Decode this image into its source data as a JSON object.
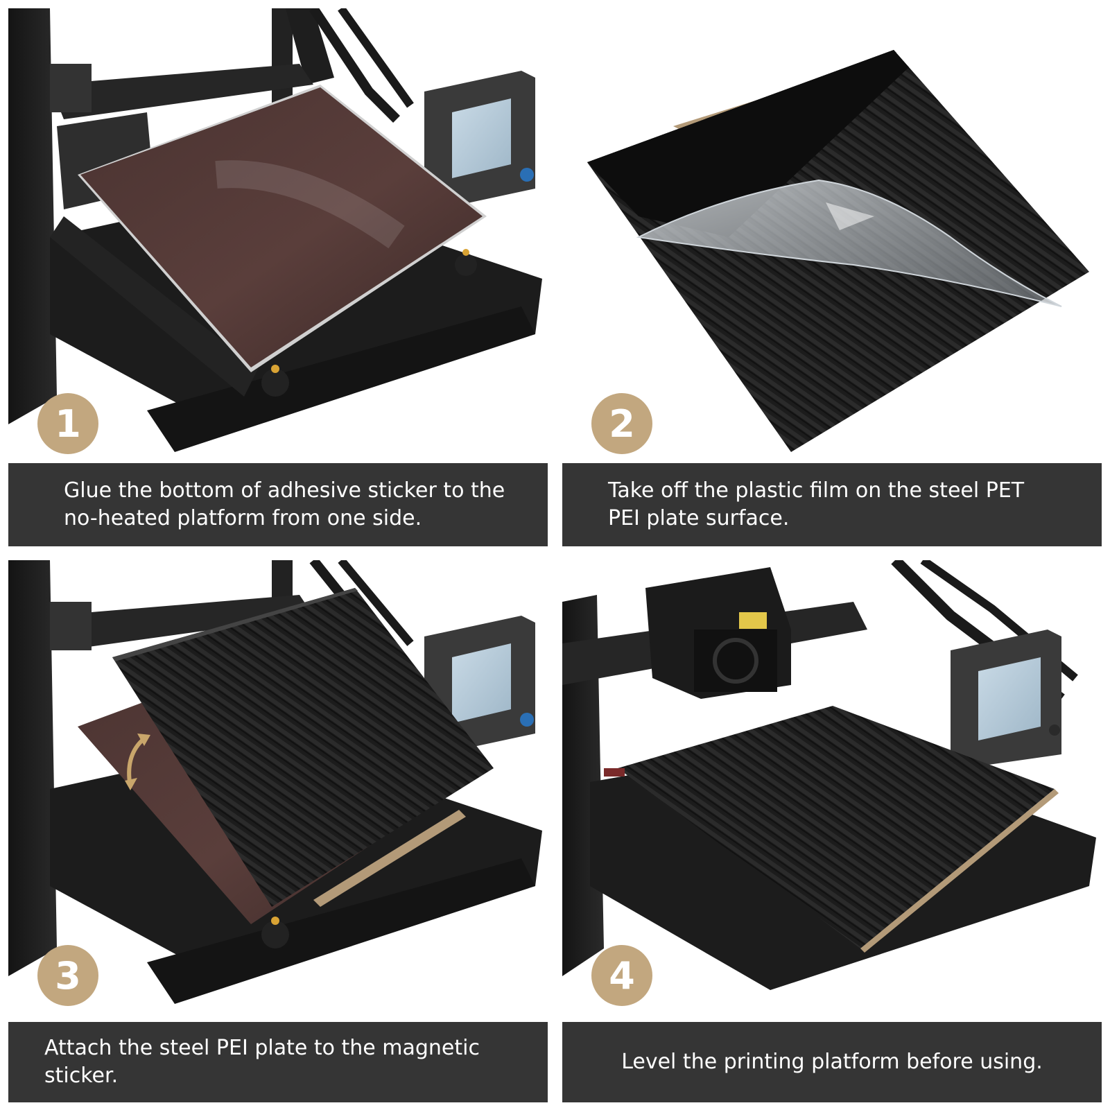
{
  "colors": {
    "badge": "#c2a77f",
    "caption_bg": "#353535",
    "caption_text": "#ffffff"
  },
  "steps": [
    {
      "number": "1",
      "caption": "Glue the bottom of adhesive sticker to the no-heated platform from one side."
    },
    {
      "number": "2",
      "caption": "Take off the plastic film on the steel PET PEI plate surface."
    },
    {
      "number": "3",
      "caption": "Attach the steel PEI plate to the magnetic sticker."
    },
    {
      "number": "4",
      "caption": "Level the printing platform before using."
    }
  ]
}
